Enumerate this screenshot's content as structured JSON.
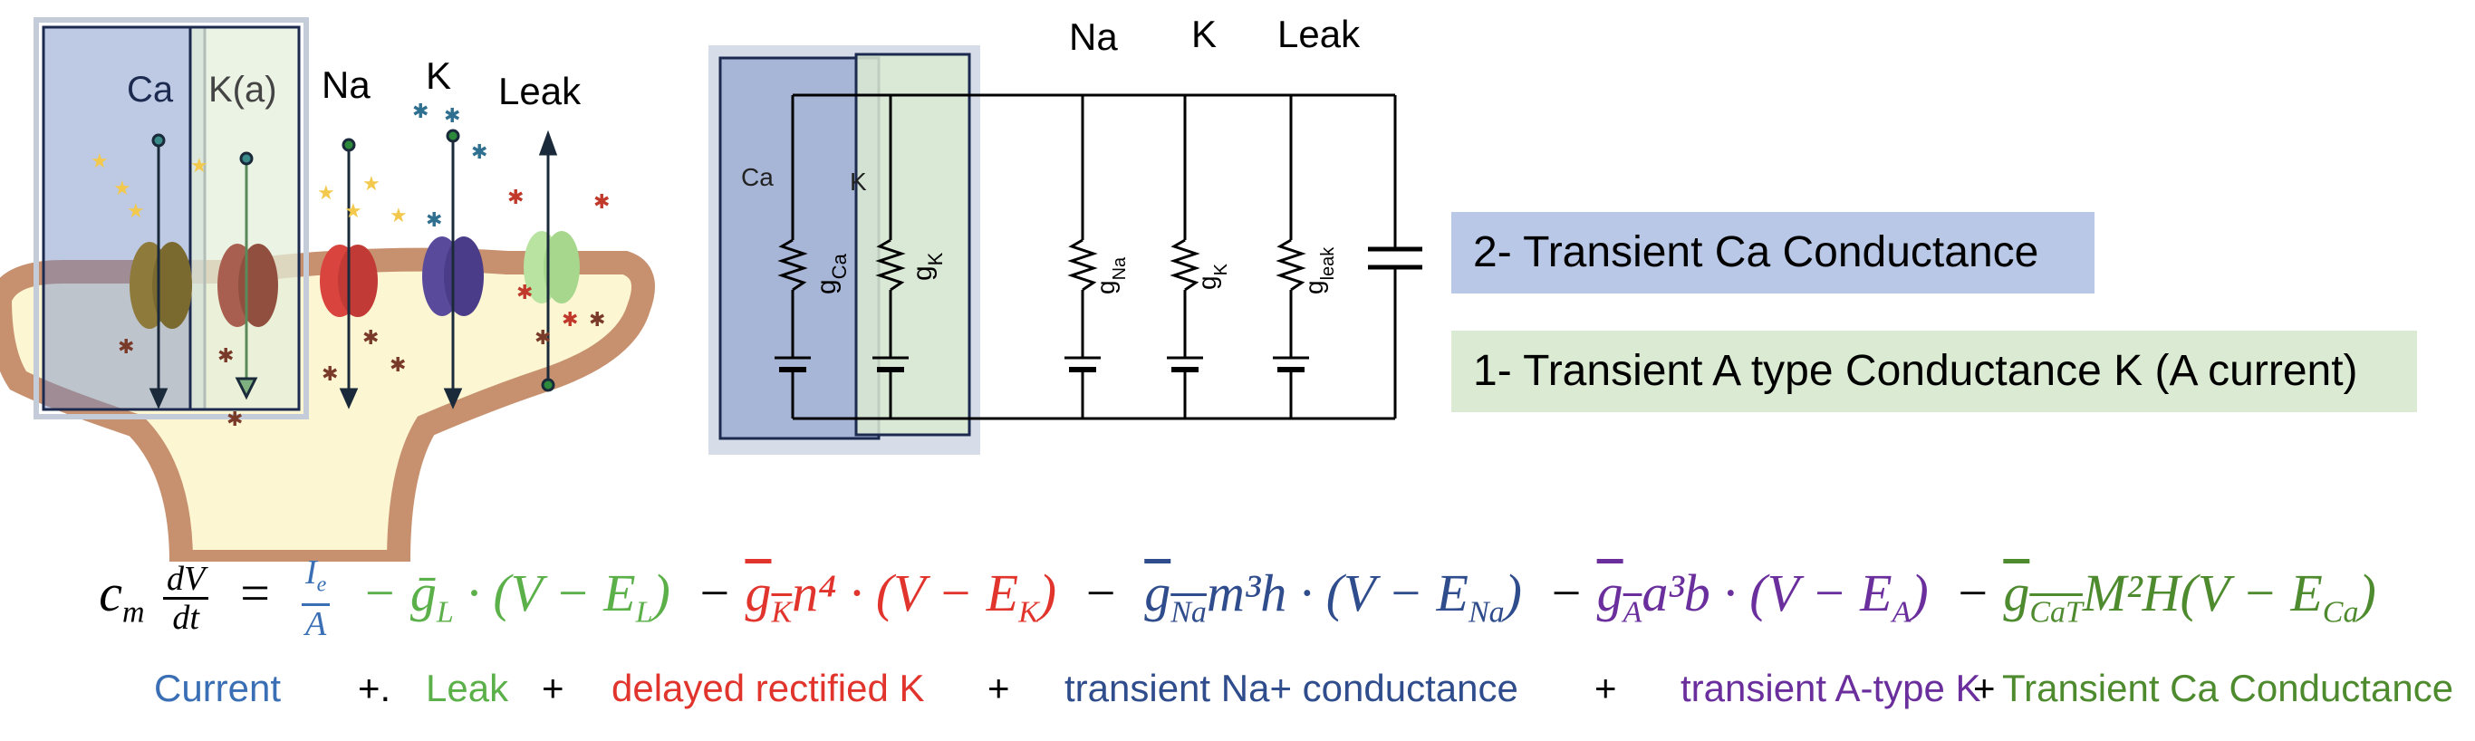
{
  "left_panel": {
    "channels": {
      "ca": "Ca",
      "ka": "K(a)",
      "na": "Na",
      "k": "K",
      "leak": "Leak"
    },
    "colors": {
      "ca_highlight": "#6f88c4",
      "ka_highlight": "#d3e6c6",
      "cell_fill": "#fdf6d3",
      "cell_border": "#c7916f",
      "ca_channel": "#8e7a3b",
      "ka_channel": "#a85f4f",
      "na_channel": "#d9443f",
      "k_channel": "#5a4a9b",
      "leak_channel": "#b8e3a0"
    }
  },
  "circuit": {
    "headers": {
      "na": "Na",
      "k": "K",
      "leak": "Leak"
    },
    "branch_labels": {
      "ca": "Ca",
      "k": "K"
    },
    "conductance_labels": {
      "ca": {
        "base": "g",
        "sub": "Ca"
      },
      "k": {
        "base": "g",
        "sub": "K"
      },
      "na": {
        "base": "g",
        "sub": "Na"
      },
      "k2": {
        "base": "g",
        "sub": "K"
      },
      "leak": {
        "base": "g",
        "sub": "leak"
      }
    }
  },
  "legend_boxes": {
    "ca": {
      "text": "2- Transient Ca Conductance",
      "color": "#b8c8e6"
    },
    "ka": {
      "text": "1- Transient A type Conductance K (A current)",
      "color": "#dbead2"
    }
  },
  "equation": {
    "lhs_c": "c",
    "lhs_sub": "m",
    "dv": "dV",
    "dt": "dt",
    "equals": " = ",
    "ie": "I",
    "ie_sub": "e",
    "a": "A",
    "leak_term": " − ḡ",
    "leak_sub": "L",
    "leak_rest": " · (V − E",
    "leak_esub": "L",
    "leak_close": ")",
    "k_minus": " − ",
    "k_g": "g",
    "k_sub": "K",
    "k_rest": "n⁴ · (V − E",
    "k_esub": "K",
    "k_close": ")",
    "na_minus": " −  ",
    "na_g": "g",
    "na_sub": "Na",
    "na_rest": "m³h · (V − E",
    "na_esub": "Na",
    "na_close": ")",
    "a_minus": " − ",
    "a_g": "g",
    "a_sub": "A",
    "a_rest": "a³b · (V − E",
    "a_esub": "A",
    "a_close": ")",
    "ca_minus": " − ",
    "ca_g": "g",
    "ca_sub": "CaT",
    "ca_rest": "M²H(V − E",
    "ca_esub": "Ca",
    "ca_close": ")"
  },
  "term_labels": {
    "current": "Current",
    "plus1": "+.",
    "leak": "Leak",
    "plus2": "+",
    "delayed_k": "delayed rectified K",
    "plus3": "+",
    "transient_na": "transient Na+ conductance",
    "plus4": "+",
    "transient_a": "transient A-type K",
    "plus5": "+",
    "transient_ca": "Transient Ca Conductance"
  },
  "term_colors": {
    "current": "#3a6fb5",
    "leak": "#5bb04a",
    "delayed_k": "#e0342c",
    "transient_na": "#2f4c8c",
    "transient_a": "#6a2f9c",
    "transient_ca": "#4e8a2e",
    "plus": "#000000"
  }
}
